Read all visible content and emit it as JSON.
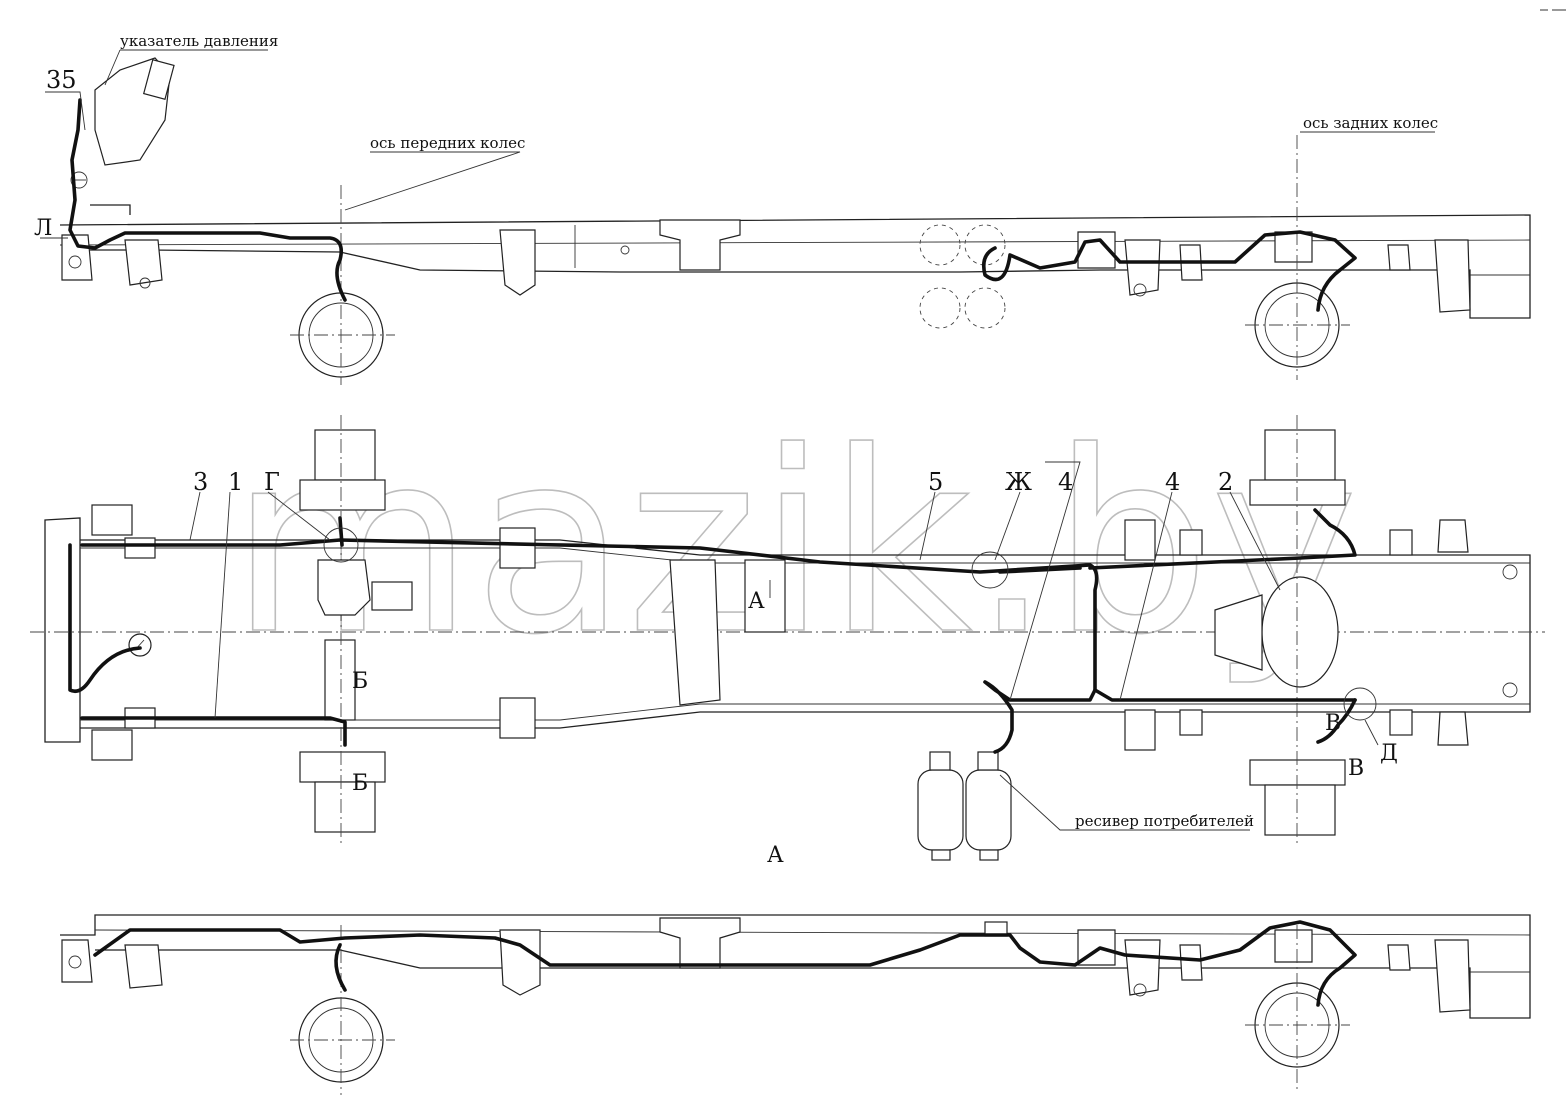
{
  "watermark": "mazik.by",
  "labels": {
    "pressure_gauge": "указатель давления",
    "front_axle": "ось передних колес",
    "rear_axle": "ось задних колес",
    "consumer_receiver": "ресивер потребителей",
    "view_a": "А",
    "view_a_arrow": "А",
    "pos_35": "35",
    "pos_3": "3",
    "pos_1": "1",
    "pos_5": "5",
    "pos_4a": "4",
    "pos_4b": "4",
    "pos_2": "2",
    "mark_l": "Л",
    "mark_g": "Г",
    "mark_zh": "Ж",
    "mark_b1": "Б",
    "mark_b2": "Б",
    "mark_v1": "В",
    "mark_v2": "В",
    "mark_d": "Д"
  },
  "icons": {
    "gauge": "pressure-gauge-icon",
    "wheel": "wheel-icon"
  }
}
